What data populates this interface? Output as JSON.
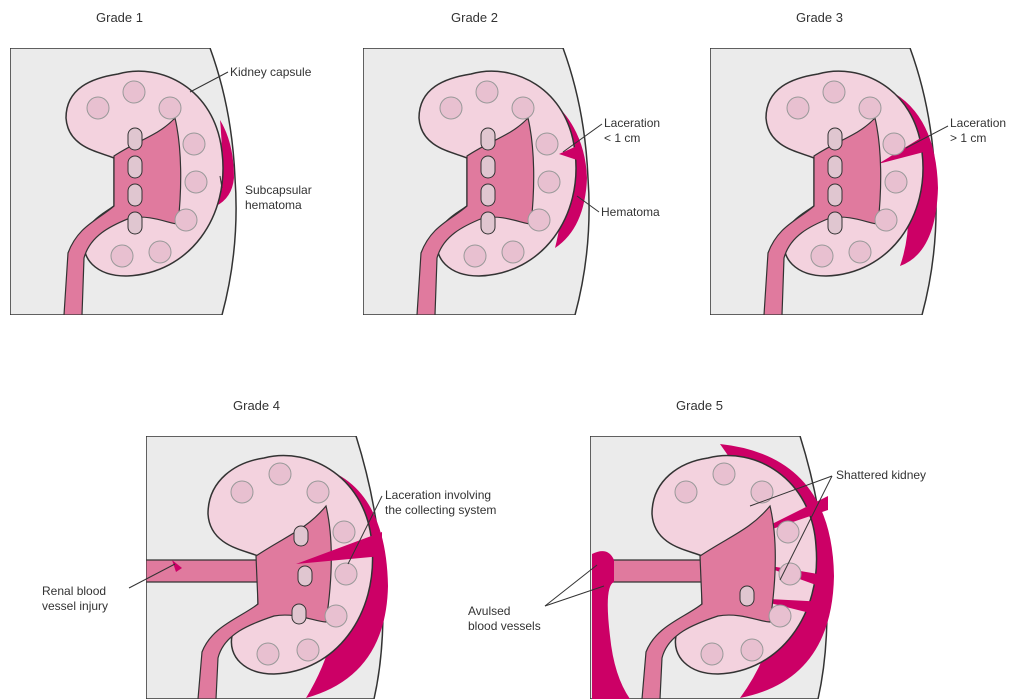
{
  "colors": {
    "background_tissue": "#ebebeb",
    "kidney": "#f3d2de",
    "pelvis": "#e07a9e",
    "hematoma": "#cc0066",
    "calyx": "#e0c6d0",
    "outline": "#333333"
  },
  "grades": [
    {
      "title": "Grade 1",
      "labels": [
        {
          "line1": "Kidney capsule",
          "line2": ""
        },
        {
          "line1": "Subcapsular",
          "line2": "hematoma"
        }
      ]
    },
    {
      "title": "Grade 2",
      "labels": [
        {
          "line1": "Laceration",
          "line2": "< 1 cm"
        },
        {
          "line1": "Hematoma",
          "line2": ""
        }
      ]
    },
    {
      "title": "Grade 3",
      "labels": [
        {
          "line1": "Laceration",
          "line2": "> 1 cm"
        }
      ]
    },
    {
      "title": "Grade 4",
      "labels": [
        {
          "line1": "Laceration involving",
          "line2": "the collecting system"
        },
        {
          "line1": "Renal blood",
          "line2": "vessel injury"
        }
      ]
    },
    {
      "title": "Grade 5",
      "labels": [
        {
          "line1": "Shattered kidney",
          "line2": ""
        },
        {
          "line1": "Avulsed",
          "line2": "blood vessels"
        }
      ]
    }
  ]
}
